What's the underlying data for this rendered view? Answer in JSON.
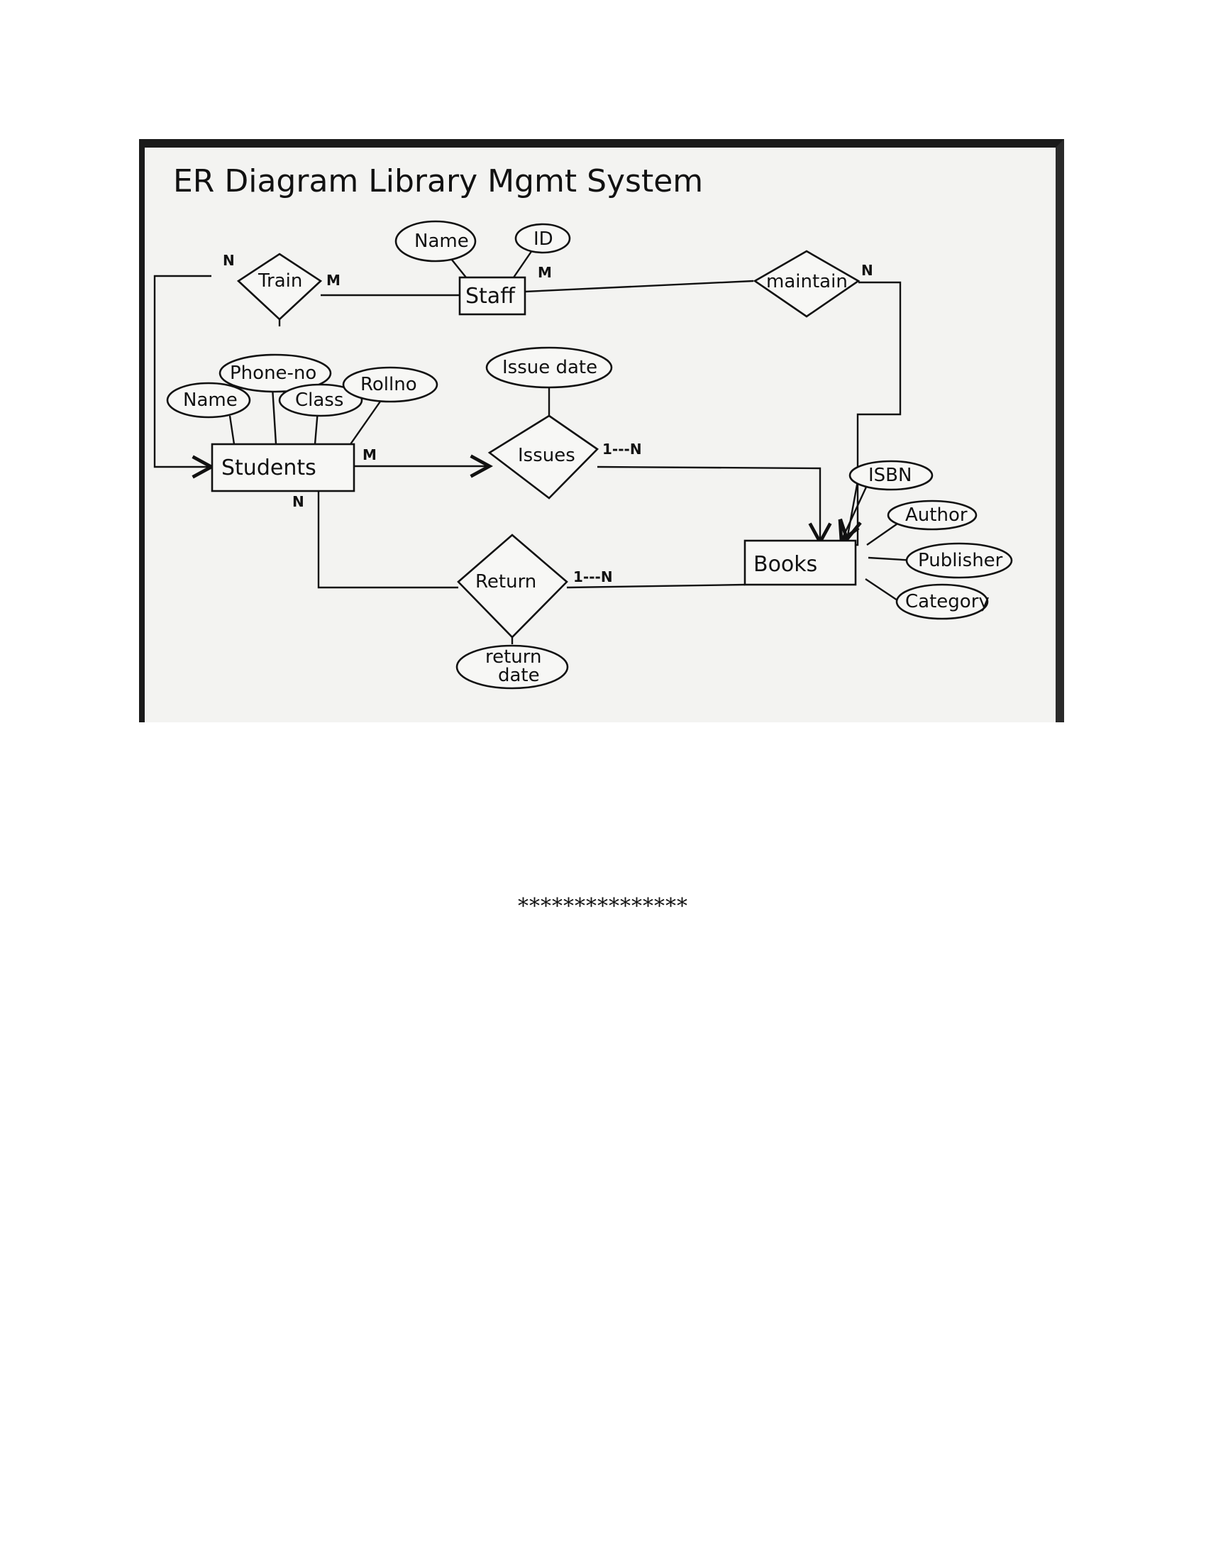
{
  "title": "ER Diagram   Library Mgmt System",
  "entities": {
    "staff": "Staff",
    "students": "Students",
    "books": "Books"
  },
  "relationships": {
    "train": "Train",
    "maintain": "maintain",
    "issues": "Issues",
    "return": "Return"
  },
  "attributes": {
    "staff_name": "Name",
    "staff_id": "ID",
    "phone_no": "Phone-no",
    "student_name": "Name",
    "class": "Class",
    "rollno": "Rollno",
    "issue_date": "Issue date",
    "isbn": "ISBN",
    "author": "Author",
    "publisher": "Publisher",
    "category": "Category",
    "return_date_1": "return",
    "return_date_2": "date"
  },
  "cardinalities": {
    "train_n": "N",
    "train_m": "M",
    "staff_m": "M",
    "maintain_n": "N",
    "students_m": "M",
    "students_n": "N",
    "issues_1n": "1---N",
    "return_1n": "1---N"
  },
  "separator": "***************"
}
